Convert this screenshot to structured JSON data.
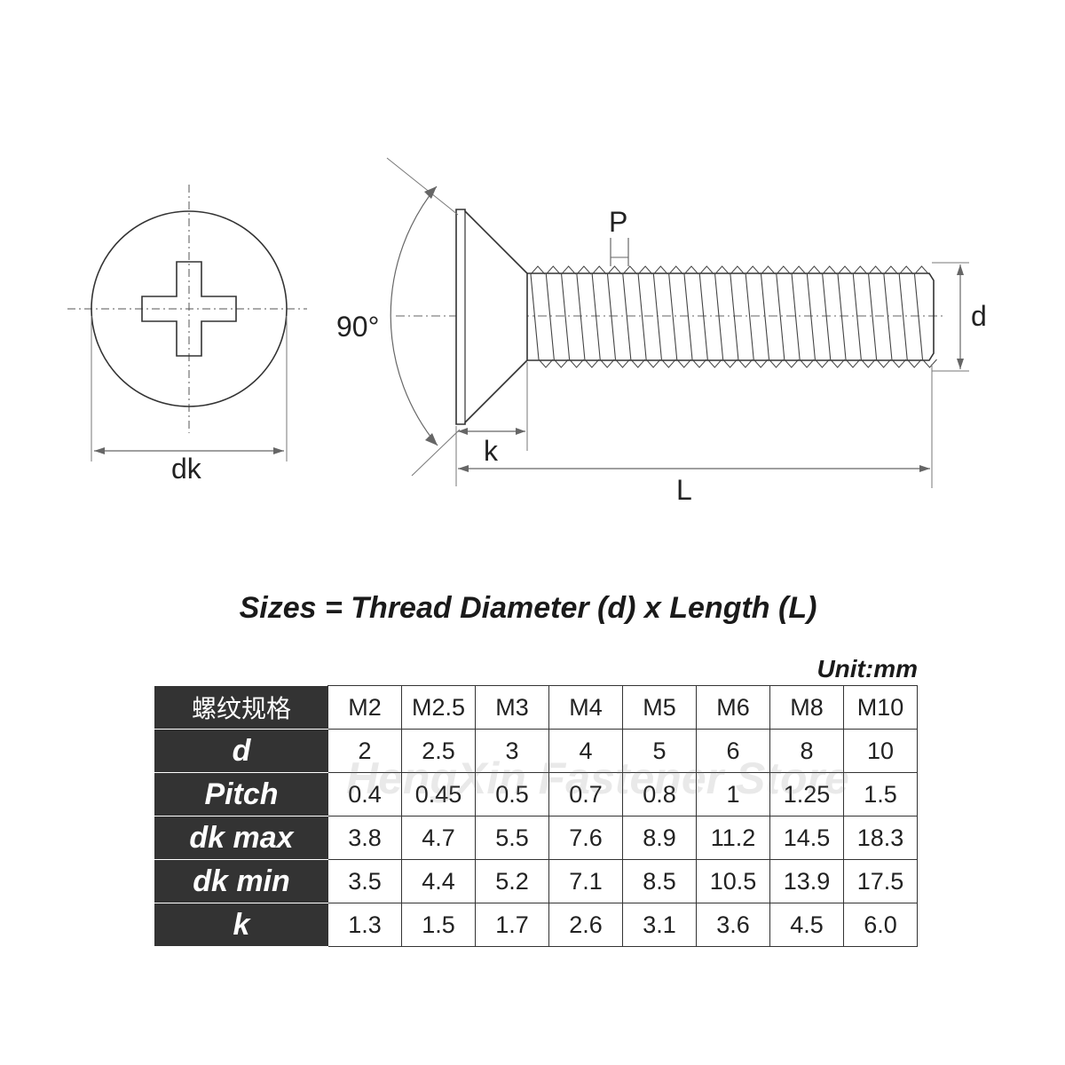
{
  "diagram": {
    "labels": {
      "dk": "dk",
      "angle": "90°",
      "k": "k",
      "L": "L",
      "P": "P",
      "d": "d"
    }
  },
  "title": "Sizes = Thread Diameter (d) x  Length (L)",
  "unit": "Unit:mm",
  "watermark": "HengXin Fastener Store",
  "table": {
    "rows": [
      {
        "header": "螺纹规格",
        "values": [
          "M2",
          "M2.5",
          "M3",
          "M4",
          "M5",
          "M6",
          "M8",
          "M10"
        ]
      },
      {
        "header": "d",
        "values": [
          "2",
          "2.5",
          "3",
          "4",
          "5",
          "6",
          "8",
          "10"
        ]
      },
      {
        "header": "Pitch",
        "values": [
          "0.4",
          "0.45",
          "0.5",
          "0.7",
          "0.8",
          "1",
          "1.25",
          "1.5"
        ]
      },
      {
        "header": "dk max",
        "values": [
          "3.8",
          "4.7",
          "5.5",
          "7.6",
          "8.9",
          "11.2",
          "14.5",
          "18.3"
        ]
      },
      {
        "header": "dk min",
        "values": [
          "3.5",
          "4.4",
          "5.2",
          "7.1",
          "8.5",
          "10.5",
          "13.9",
          "17.5"
        ]
      },
      {
        "header": "k",
        "values": [
          "1.3",
          "1.5",
          "1.7",
          "2.6",
          "3.1",
          "3.6",
          "4.5",
          "6.0"
        ]
      }
    ]
  }
}
